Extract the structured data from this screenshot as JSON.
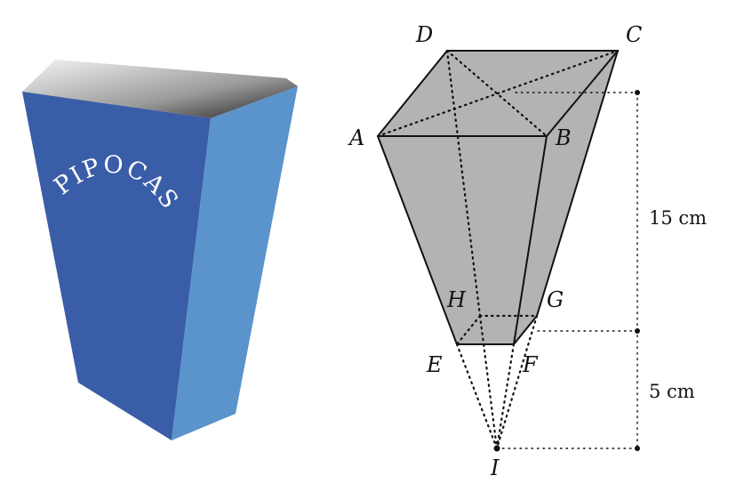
{
  "photo": {
    "text": "PIPOCAS",
    "front_color": "#3a5da8",
    "side_color": "#5b93cc"
  },
  "diagram": {
    "vertices": {
      "A": "A",
      "B": "B",
      "C": "C",
      "D": "D",
      "E": "E",
      "F": "F",
      "G": "G",
      "H": "H",
      "I": "I"
    },
    "dimensions": {
      "upper": "15 cm",
      "lower": "5 cm"
    },
    "fill_color": "#b3b3b3"
  }
}
